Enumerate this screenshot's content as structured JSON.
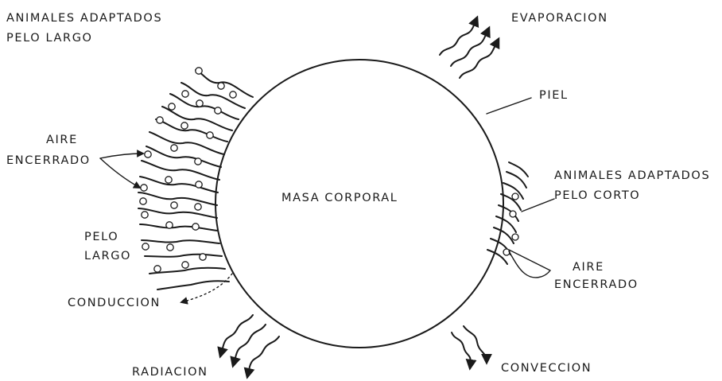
{
  "diagram": {
    "center_label": "MASA CORPORAL",
    "labels": {
      "long_hair_title_line1": "ANIMALES ADAPTADOS",
      "long_hair_title_line2": "PELO LARGO",
      "evaporation": "EVAPORACION",
      "skin": "PIEL",
      "short_hair_title_line1": "ANIMALES ADAPTADOS",
      "short_hair_title_line2": "PELO CORTO",
      "trapped_air_left_line1": "AIRE",
      "trapped_air_left_line2": "ENCERRADO",
      "long_hair_line1": "PELO",
      "long_hair_line2": "LARGO",
      "trapped_air_right_line1": "AIRE",
      "trapped_air_right_line2": "ENCERRADO",
      "conduction": "CONDUCCION",
      "radiation": "RADIACION",
      "convection": "CONVECCION"
    }
  }
}
